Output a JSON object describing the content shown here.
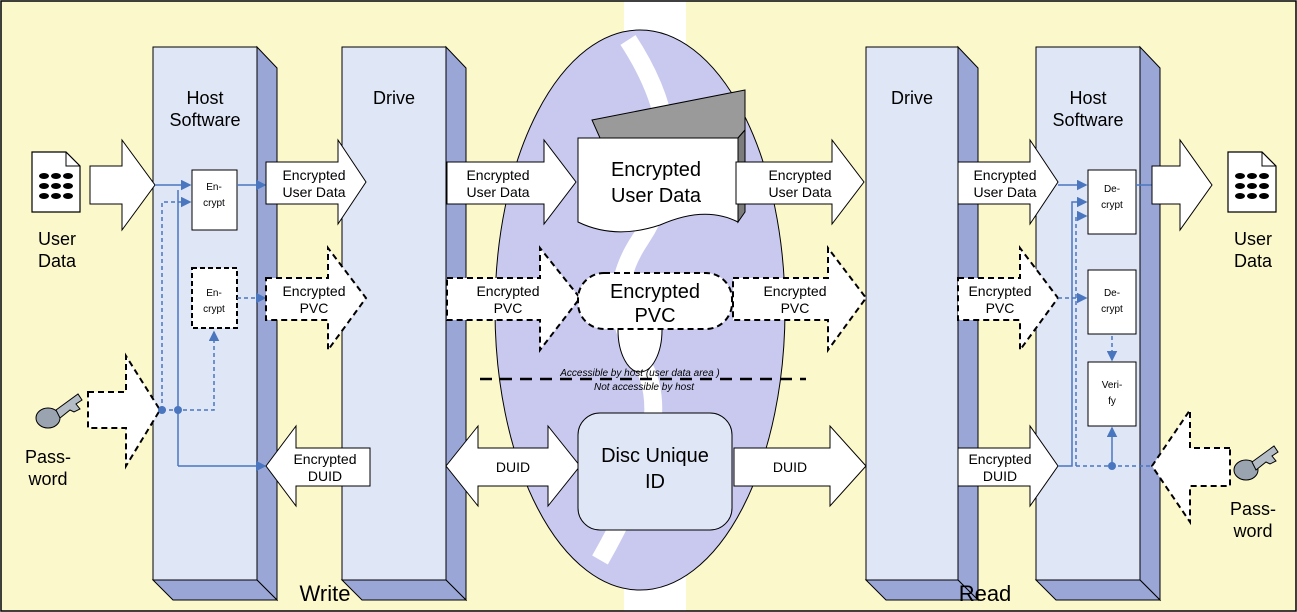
{
  "sections": {
    "write": "Write",
    "read": "Read"
  },
  "write": {
    "host_title": [
      "Host",
      "Software"
    ],
    "drive_title": "Drive",
    "user_data": [
      "User",
      "Data"
    ],
    "password": [
      "Pass-",
      "word"
    ],
    "encrypt_1": [
      "En-",
      "crypt"
    ],
    "encrypt_2": [
      "En-",
      "crypt"
    ],
    "arrow_enc_user_data": [
      "Encrypted",
      "User Data"
    ],
    "arrow_enc_pvc": [
      "Encrypted",
      "PVC"
    ],
    "arrow_enc_duid": [
      "Encrypted",
      "DUID"
    ],
    "arrow_enc_user_data_2": [
      "Encrypted",
      "User Data"
    ],
    "arrow_enc_pvc_2": [
      "Encrypted",
      "PVC"
    ],
    "arrow_duid": "DUID"
  },
  "disc": {
    "encrypted_user_data": [
      "Encrypted",
      "User Data"
    ],
    "encrypted_pvc": [
      "Encrypted",
      "PVC"
    ],
    "disc_unique_id": [
      "Disc Unique",
      "ID"
    ],
    "accessible": "Accessible by host  (user data area  )",
    "not_accessible": "Not accessible by host"
  },
  "read": {
    "drive_title": "Drive",
    "host_title": [
      "Host",
      "Software"
    ],
    "user_data": [
      "User",
      "Data"
    ],
    "password": [
      "Pass-",
      "word"
    ],
    "decrypt_1": [
      "De-",
      "crypt"
    ],
    "decrypt_2": [
      "De-",
      "crypt"
    ],
    "verify": [
      "Veri-",
      "fy"
    ],
    "arrow_enc_user_data": [
      "Encrypted",
      "User Data"
    ],
    "arrow_enc_pvc": [
      "Encrypted",
      "PVC"
    ],
    "arrow_duid": "DUID",
    "arrow_enc_user_data_2": [
      "Encrypted",
      "User Data"
    ],
    "arrow_enc_pvc_2": [
      "Encrypted",
      "PVC"
    ],
    "arrow_enc_duid": [
      "Encrypted",
      "DUID"
    ]
  },
  "colors": {
    "write_bg": "#fbf8cc",
    "read_bg": "#fbf8cc",
    "column_face": "#dfe6f6",
    "column_side": "#9aa7d6",
    "disc": "#c9c9ef",
    "blue_line": "#4a76c0"
  }
}
